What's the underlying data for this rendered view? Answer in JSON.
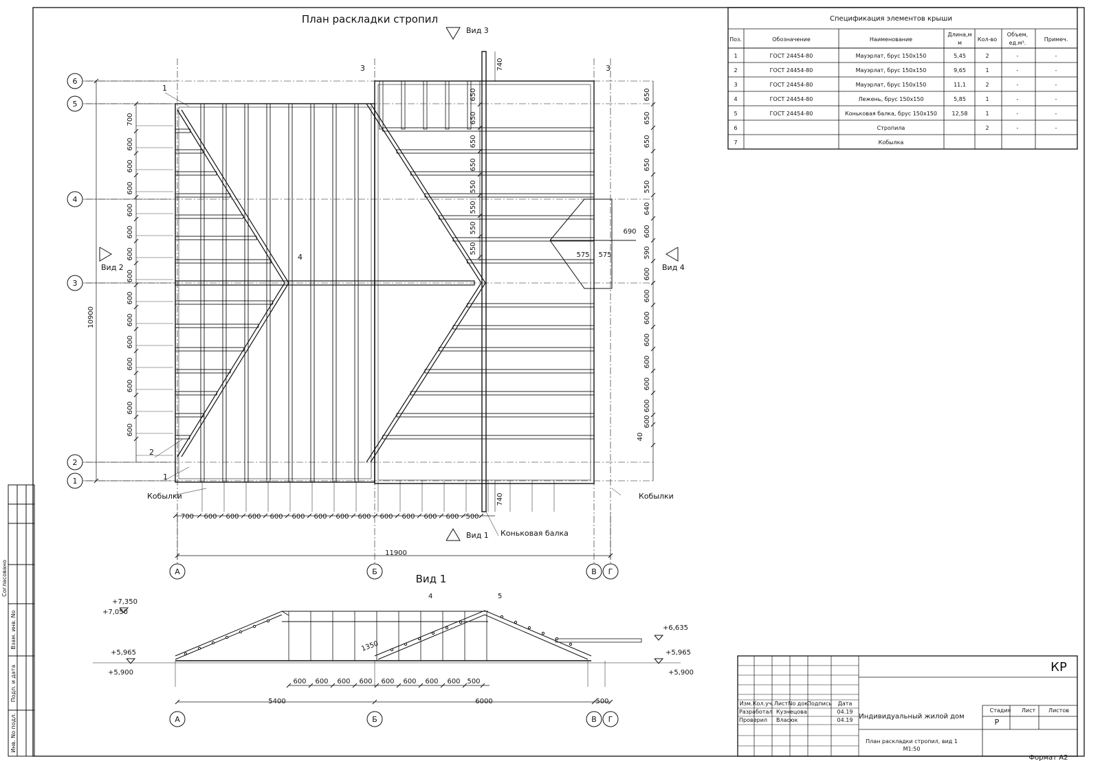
{
  "plan": {
    "title": "План раскладки стропил",
    "view_labels": [
      "Вид 1",
      "Вид 2",
      "Вид 3",
      "Вид 4"
    ],
    "axes_letters": [
      "А",
      "Б",
      "В",
      "Г"
    ],
    "axes_numbers": [
      "1",
      "2",
      "3",
      "4",
      "5",
      "6"
    ],
    "callouts": {
      "kobylki_left": "Кобылки",
      "kobylki_right": "Кобылки",
      "ridge_beam": "Коньковая балка",
      "pos_1_top": "1",
      "pos_1_bottom": "1",
      "pos_2": "2",
      "pos_3_left": "3",
      "pos_3_right": "3",
      "pos_4": "4"
    },
    "dim_total_width": "11900",
    "dim_total_height": "10900",
    "dim_bottom": [
      "700",
      "600",
      "600",
      "600",
      "600",
      "600",
      "600",
      "600",
      "600",
      "600",
      "600",
      "600",
      "600",
      "500"
    ],
    "dim_left": [
      "700",
      "600",
      "600",
      "600",
      "600",
      "600",
      "600",
      "600",
      "600",
      "600",
      "600",
      "600",
      "600",
      "600",
      "600"
    ],
    "dim_middle": [
      "650",
      "650",
      "650",
      "650",
      "550",
      "550",
      "550",
      "550"
    ],
    "dim_right": [
      "650",
      "650",
      "650",
      "650",
      "550",
      "640",
      "600",
      "590",
      "600",
      "600",
      "600",
      "600",
      "600",
      "600",
      "600",
      "600",
      "40"
    ],
    "dim_740_top": "740",
    "dim_740_bottom": "740",
    "dim_690": "690",
    "dim_575_a": "575",
    "dim_575_b": "575"
  },
  "section": {
    "title": "Вид 1",
    "elevations": [
      "+7,350",
      "+7,050",
      "+5,965",
      "+5,900",
      "+6,635",
      "+5,965",
      "+5,900"
    ],
    "dim_1350": "1350",
    "dim_bottom": [
      "600",
      "600",
      "600",
      "600",
      "600",
      "600",
      "600",
      "600",
      "500"
    ],
    "dim_5400": "5400",
    "dim_6000": "6000",
    "dim_500": "500",
    "axes_letters": [
      "А",
      "Б",
      "В",
      "Г"
    ],
    "pos_4": "4",
    "pos_5": "5"
  },
  "spec": {
    "title": "Спецификация элементов крыши",
    "headers": [
      "Поз.",
      "Обозначение",
      "Наименование",
      "Длина,м",
      "м",
      "Кол-во",
      "Объем,",
      "ед.м³.",
      "Примеч."
    ],
    "rows": [
      [
        "1",
        "ГОСТ 24454-80",
        "Мауэрлат, брус 150х150",
        "5,45",
        "2",
        "-",
        "-"
      ],
      [
        "2",
        "ГОСТ 24454-80",
        "Мауэрлат, брус 150х150",
        "9,65",
        "1",
        "-",
        "-"
      ],
      [
        "3",
        "ГОСТ 24454-80",
        "Мауэрлат, брус 150х150",
        "11,1",
        "2",
        "-",
        "-"
      ],
      [
        "4",
        "ГОСТ 24454-80",
        "Лежень, брус 150х150",
        "5,85",
        "1",
        "-",
        "-"
      ],
      [
        "5",
        "ГОСТ 24454-80",
        "Коньковая балка, брус 150х150",
        "12,58",
        "1",
        "-",
        "-"
      ],
      [
        "6",
        "",
        "Стропила",
        "",
        "2",
        "-",
        "-"
      ],
      [
        "7",
        "",
        "Кобылка",
        "",
        "",
        "",
        ""
      ]
    ]
  },
  "stamp": {
    "code": "КР",
    "headers": [
      "Изм.",
      "Кол.уч.",
      "Лист",
      "No док.",
      "Подпись",
      "Дата"
    ],
    "developed": "Разработал",
    "developed_name": "Кузнецова",
    "developed_date": "04.19",
    "checked": "Проверил",
    "checked_name": "Власюк",
    "checked_date": "04.19",
    "project": "Индивидуальный жилой дом",
    "sheet_title": "План раскладки стропил, вид 1",
    "scale": "М1:50",
    "stage_label": "Стадия",
    "sheet_label": "Лист",
    "sheets_label": "Листов",
    "stage": "Р",
    "format": "Формат А2"
  },
  "side_stamp": [
    "Согласовано",
    "Взам. инв. No",
    "Подп. и дата",
    "Инв. No подл."
  ]
}
